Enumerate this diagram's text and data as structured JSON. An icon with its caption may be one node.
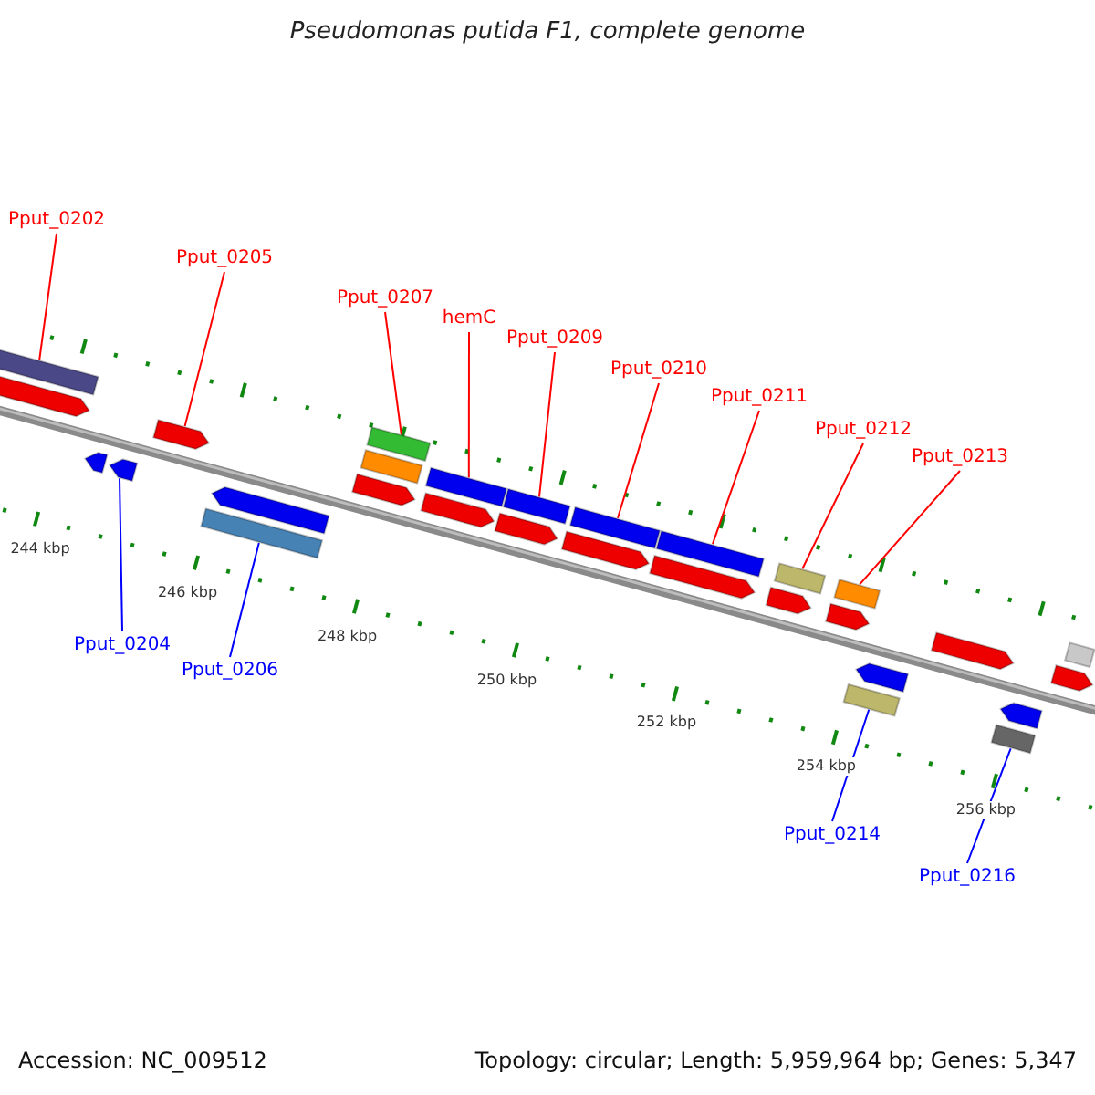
{
  "diagram": {
    "title": "Pseudomonas putida F1, complete genome",
    "nodes": [
      {
        "text": [
          "Pput_0202"
        ]
      },
      {
        "text": [
          "Pput_0205"
        ]
      },
      {
        "text": [
          "Pput_0207"
        ]
      },
      {
        "text": [
          "hemC"
        ]
      },
      {
        "text": [
          "Pput_0209"
        ]
      },
      {
        "text": [
          "Pput_0210"
        ]
      },
      {
        "text": [
          "Pput_0211"
        ]
      },
      {
        "text": [
          "Pput_0212"
        ]
      },
      {
        "text": [
          "Pput_0213"
        ]
      },
      {
        "text": [
          "Pput_0204"
        ]
      },
      {
        "text": [
          "Pput_0206"
        ]
      },
      {
        "text": [
          "Pput_0214"
        ]
      },
      {
        "text": [
          "Pput_0216"
        ]
      },
      {
        "text": [],
        "shape": "bar"
      },
      {
        "text": [],
        "shape": "arrow"
      },
      {
        "text": [],
        "shape": "arrow"
      },
      {
        "text": [],
        "shape": "arrow"
      },
      {
        "text": [],
        "shape": "arrow"
      },
      {
        "text": [],
        "shape": "arrow"
      },
      {
        "text": [],
        "shape": "bar"
      },
      {
        "text": [],
        "shape": "arrow"
      },
      {
        "text": [],
        "shape": "bar"
      },
      {
        "text": [],
        "shape": "bar"
      },
      {
        "text": [],
        "shape": "bar"
      },
      {
        "text": [],
        "shape": "bar"
      },
      {
        "text": [],
        "shape": "bar"
      },
      {
        "text": [],
        "shape": "bar"
      },
      {
        "text": [],
        "shape": "arrow"
      },
      {
        "text": [],
        "shape": "arrow"
      },
      {
        "text": [],
        "shape": "arrow"
      },
      {
        "text": [],
        "shape": "arrow"
      },
      {
        "text": [],
        "shape": "bar"
      },
      {
        "text": [],
        "shape": "arrow"
      },
      {
        "text": [],
        "shape": "bar"
      },
      {
        "text": [],
        "shape": "arrow"
      },
      {
        "text": [],
        "shape": "arrow"
      },
      {
        "text": [],
        "shape": "bar"
      },
      {
        "text": [],
        "shape": "arrow"
      },
      {
        "text": [],
        "shape": "arrow"
      },
      {
        "text": [],
        "shape": "bar"
      },
      {
        "text": [],
        "shape": "arrow"
      },
      {
        "text": [],
        "shape": "bar"
      }
    ],
    "edges": [
      {
        "from": 0,
        "to": 13,
        "arrow": "none",
        "color": "#ff0000"
      },
      {
        "from": 1,
        "to": 15,
        "arrow": "none",
        "color": "#ff0000"
      },
      {
        "from": 2,
        "to": 22,
        "arrow": "none",
        "color": "#ff0000"
      },
      {
        "from": 3,
        "to": 23,
        "arrow": "none",
        "color": "#ff0000"
      },
      {
        "from": 4,
        "to": 24,
        "arrow": "none",
        "color": "#ff0000"
      },
      {
        "from": 5,
        "to": 25,
        "arrow": "none",
        "color": "#ff0000"
      },
      {
        "from": 6,
        "to": 26,
        "arrow": "none",
        "color": "#ff0000"
      },
      {
        "from": 7,
        "to": 31,
        "arrow": "none",
        "color": "#ff0000"
      },
      {
        "from": 8,
        "to": 33,
        "arrow": "none",
        "color": "#ff0000"
      },
      {
        "from": 9,
        "to": 17,
        "arrow": "none",
        "color": "#0000ff"
      },
      {
        "from": 10,
        "to": 19,
        "arrow": "none",
        "color": "#0000ff"
      },
      {
        "from": 11,
        "to": 39,
        "arrow": "none",
        "color": "#0000ff"
      },
      {
        "from": 12,
        "to": 41,
        "arrow": "none",
        "color": "#0000ff"
      }
    ],
    "labels": [
      "244 kbp",
      "246 kbp",
      "248 kbp",
      "250 kbp",
      "252 kbp",
      "254 kbp",
      "256 kbp",
      "Accession: NC_009512",
      "Topology: circular; Length: 5,959,964 bp; Genes: 5,347"
    ]
  }
}
